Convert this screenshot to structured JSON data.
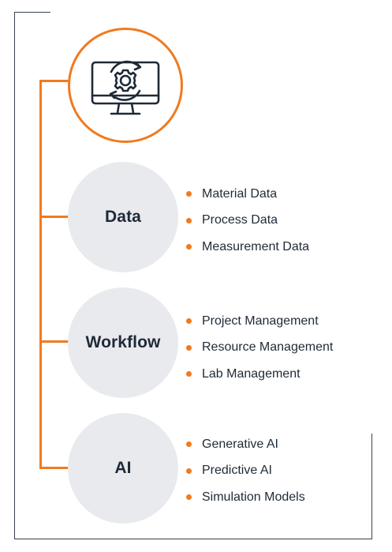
{
  "icon": {
    "name": "monitor-gear-cycle-icon"
  },
  "colors": {
    "accent": "#f07a1f",
    "node_fill": "#e9eaee",
    "text": "#1f2a37",
    "frame": "#3a4250"
  },
  "sections": [
    {
      "label": "Data",
      "items": [
        "Material Data",
        "Process Data",
        "Measurement Data"
      ]
    },
    {
      "label": "Workflow",
      "items": [
        "Project Management",
        "Resource Management",
        "Lab Management"
      ]
    },
    {
      "label": "AI",
      "items": [
        "Generative AI",
        "Predictive AI",
        "Simulation Models"
      ]
    }
  ]
}
